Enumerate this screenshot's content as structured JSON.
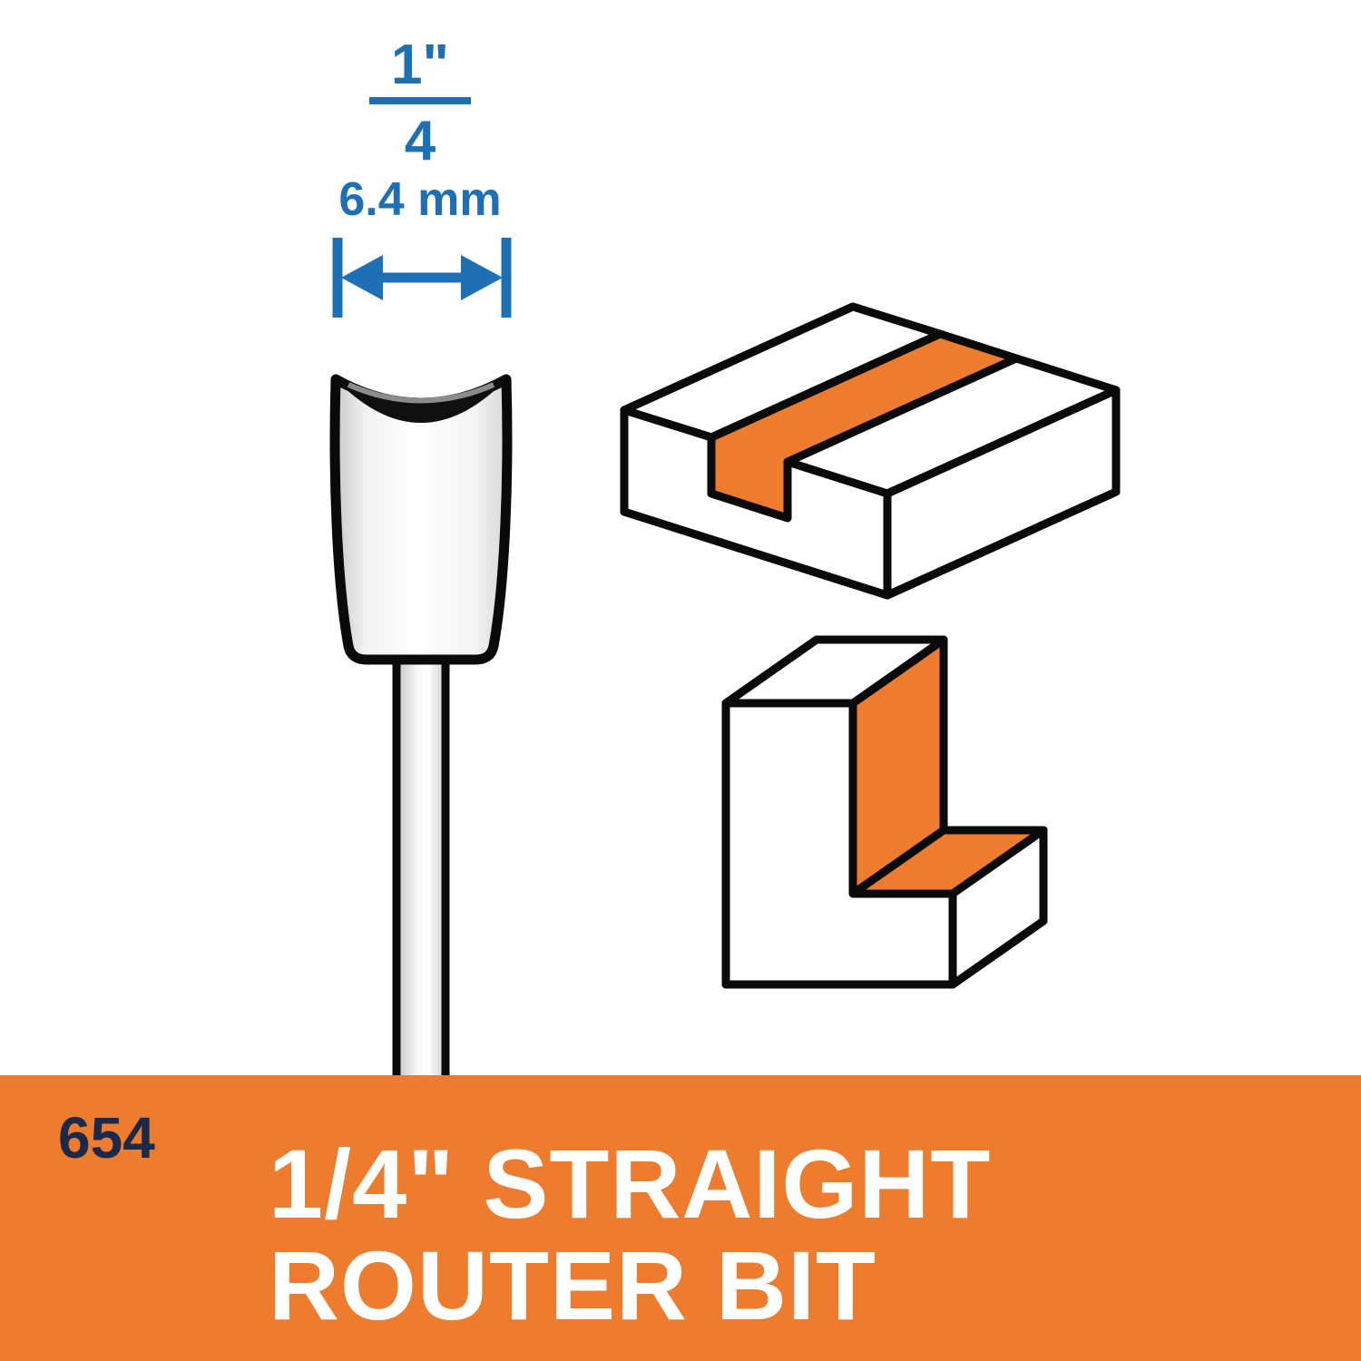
{
  "dimension_callout": {
    "numerator": "1\"",
    "denominator": "4",
    "metric": "6.4 mm"
  },
  "banner": {
    "model_number": "654",
    "title_line_1": "1/4\" STRAIGHT",
    "title_line_2": "ROUTER BIT"
  },
  "icons": {
    "router_bit_illustration": "straight-router-bit",
    "dimension_arrow": "double-headed-width-arrow",
    "groove_cut_example": "wood-block-with-groove",
    "rabbet_cut_example": "wood-block-with-rabbet-step"
  },
  "colors": {
    "dimension_blue": "#1E6FB4",
    "brand_orange": "#ED7C2F",
    "model_navy": "#1B2A4A",
    "outline": "#0A0A0A",
    "background": "#FFFFFF"
  }
}
